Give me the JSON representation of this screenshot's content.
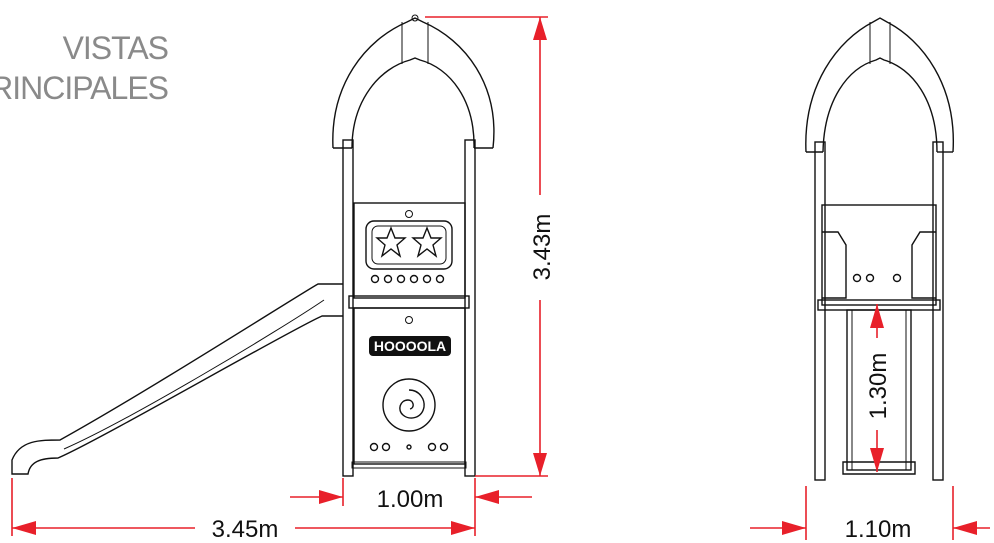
{
  "title": {
    "line1": "VISTAS",
    "line2": "PRINCIPALES"
  },
  "front_view": {
    "panel_label": "HOOOOLA",
    "dimensions": {
      "height": "3.43m",
      "total_length": "3.45m",
      "tower_width": "1.00m"
    }
  },
  "side_view": {
    "dimensions": {
      "deck_height": "1.30m",
      "width": "1.10m"
    }
  },
  "colors": {
    "dimension_lines": "#e8202a",
    "drawing": "#111111",
    "title": "#8a8a8a"
  }
}
